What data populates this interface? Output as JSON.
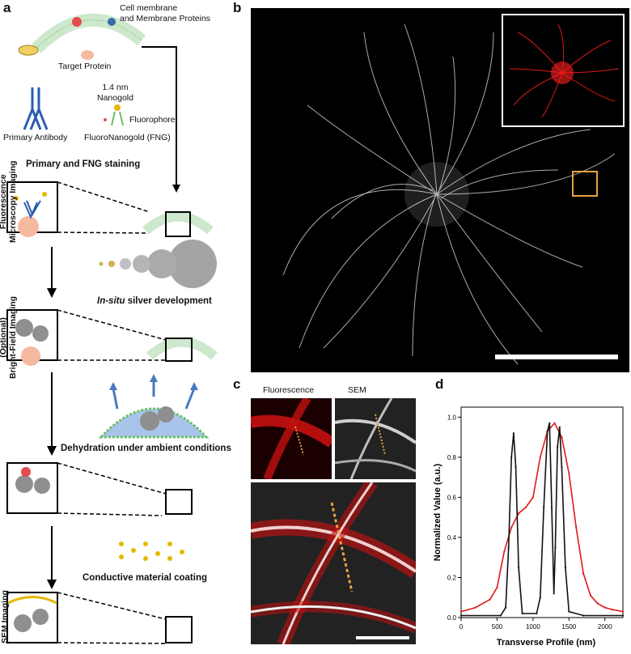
{
  "panels": {
    "a": "a",
    "b": "b",
    "c": "c",
    "d": "d"
  },
  "schematic": {
    "membrane_label": "Cell membrane\nand Membrane Proteins",
    "target_protein": "Target Protein",
    "primary_antibody": "Primary Antibody",
    "nanogold": "1.4 nm\nNanogold",
    "fluorophore": "Fluorophore",
    "fng": "FluoroNanogold (FNG)",
    "step_staining": "Primary and FNG staining",
    "step_silver_italic": "In-situ",
    "step_silver_rest": " silver development",
    "step_dehydration": "Dehydration under ambient conditions",
    "step_coating": "Conductive material coating",
    "side_fluor_1": "Fluorescence",
    "side_fluor_2": "Microscopy Imaging",
    "side_bf_1": "(Optional)",
    "side_bf_2": "Bright-Field Imaging",
    "side_sem": "SEM Imaging"
  },
  "panel_c": {
    "fluorescence_label": "Fluorescence",
    "sem_label": "SEM"
  },
  "colors": {
    "fluor_red": "#e01818",
    "fit_black": "#111111",
    "box_orange": "#e8a040",
    "membrane_green": "#5cb85c"
  },
  "chart_data": {
    "type": "line",
    "xlabel": "Transverse Profile (nm)",
    "ylabel": "Normalized Value (a.u.)",
    "xlim": [
      0,
      2250
    ],
    "ylim": [
      0,
      1.05
    ],
    "x_ticks": [
      0,
      500,
      1000,
      1500,
      2000
    ],
    "y_ticks": [
      0.0,
      0.2,
      0.4,
      0.6,
      0.8,
      1.0
    ],
    "grid": false,
    "series": [
      {
        "color": "#e01818",
        "x": [
          0,
          200,
          400,
          500,
          600,
          700,
          800,
          900,
          1000,
          1100,
          1200,
          1300,
          1400,
          1500,
          1600,
          1700,
          1800,
          1900,
          2000,
          2100,
          2250
        ],
        "values": [
          0.03,
          0.05,
          0.09,
          0.15,
          0.33,
          0.45,
          0.52,
          0.55,
          0.6,
          0.8,
          0.93,
          0.97,
          0.9,
          0.72,
          0.45,
          0.22,
          0.11,
          0.07,
          0.05,
          0.04,
          0.03
        ]
      },
      {
        "color": "#111111",
        "x": [
          0,
          550,
          620,
          660,
          700,
          730,
          760,
          800,
          850,
          1050,
          1100,
          1150,
          1200,
          1230,
          1260,
          1290,
          1310,
          1340,
          1370,
          1400,
          1450,
          1500,
          1700,
          2250
        ],
        "values": [
          0.01,
          0.01,
          0.05,
          0.35,
          0.8,
          0.92,
          0.75,
          0.25,
          0.02,
          0.02,
          0.1,
          0.55,
          0.93,
          0.97,
          0.55,
          0.12,
          0.35,
          0.85,
          0.95,
          0.75,
          0.25,
          0.03,
          0.01,
          0.01
        ]
      }
    ]
  }
}
